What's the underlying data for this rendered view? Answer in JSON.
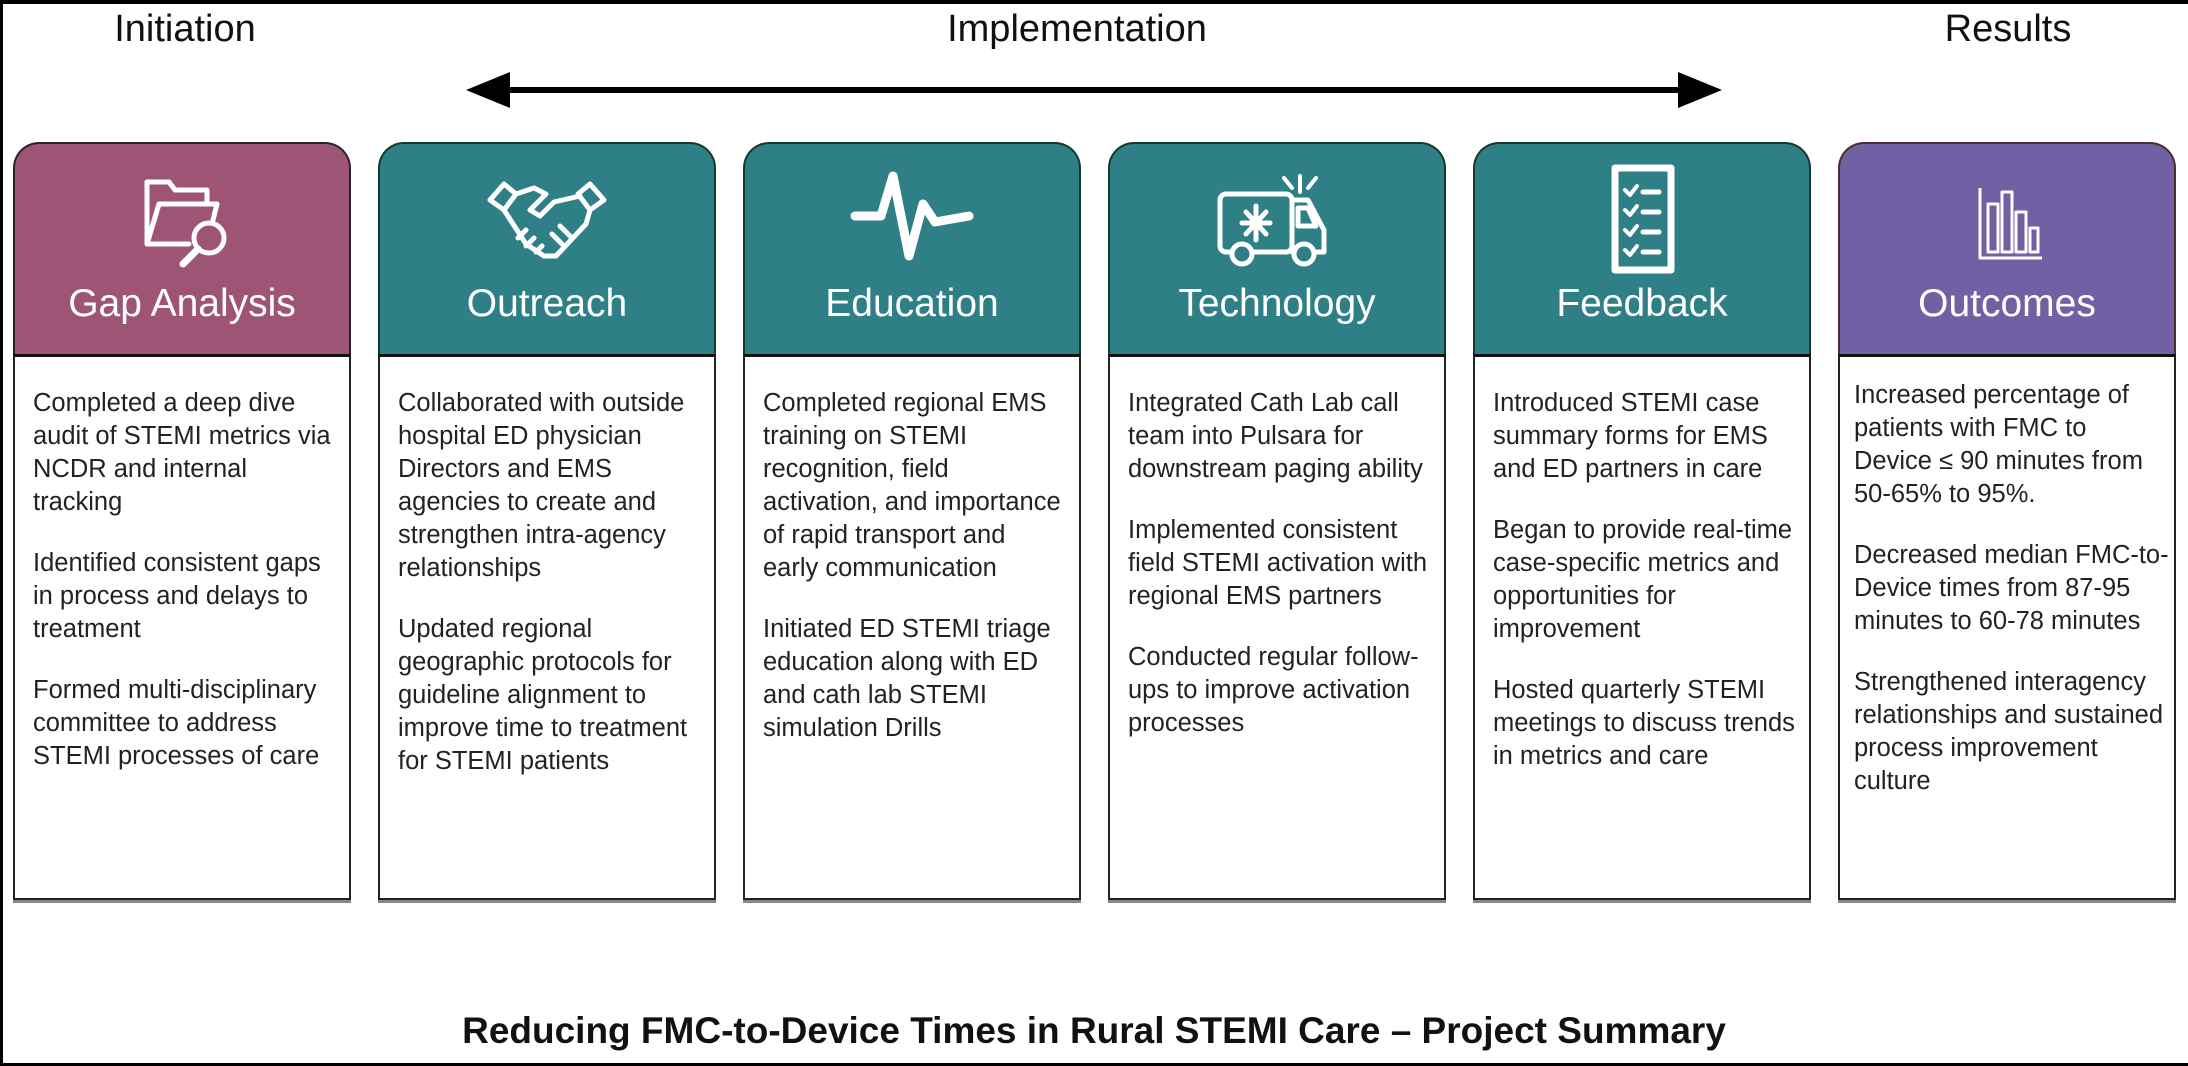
{
  "phases": {
    "initiation": "Initiation",
    "implementation": "Implementation",
    "results": "Results"
  },
  "colors": {
    "gap_analysis": "#9e5575",
    "implementation": "#2f7f86",
    "outcomes": "#7260a4"
  },
  "cards": [
    {
      "title": "Gap Analysis",
      "icon": "folder-search-icon",
      "items": [
        "Completed a deep dive audit of STEMI metrics via NCDR and internal tracking",
        "Identified consistent gaps in process and delays to treatment",
        "Formed multi-disciplinary committee to address STEMI processes of care"
      ]
    },
    {
      "title": "Outreach",
      "icon": "handshake-icon",
      "items": [
        "Collaborated with outside hospital ED physician Directors and EMS agencies to create and strengthen intra-agency relationships",
        "Updated regional geographic protocols for guideline alignment to improve time to treatment for STEMI patients"
      ]
    },
    {
      "title": "Education",
      "icon": "heartbeat-icon",
      "items": [
        "Completed regional EMS training on STEMI recognition, field activation, and importance of rapid transport and early communication",
        "Initiated ED STEMI triage education along with ED and cath lab STEMI simulation Drills"
      ]
    },
    {
      "title": "Technology",
      "icon": "ambulance-icon",
      "items": [
        "Integrated Cath Lab call team into Pulsara for downstream paging ability",
        "Implemented consistent field STEMI activation with regional EMS partners",
        "Conducted regular follow-ups to improve activation processes"
      ]
    },
    {
      "title": "Feedback",
      "icon": "checklist-icon",
      "items": [
        "Introduced STEMI case summary forms for EMS and ED partners in care",
        "Began to provide real-time case-specific metrics and opportunities for improvement",
        "Hosted quarterly STEMI meetings to discuss trends in metrics and care"
      ]
    },
    {
      "title": "Outcomes",
      "icon": "bar-chart-icon",
      "items": [
        "Increased percentage of patients with FMC to Device ≤ 90 minutes from 50-65% to 95%.",
        "Decreased median FMC-to-Device times from 87-95 minutes to 60-78 minutes",
        "Strengthened interagency relationships and sustained process improvement culture"
      ]
    }
  ],
  "footer": {
    "title": "Reducing FMC-to-Device Times in Rural STEMI Care – Project Summary"
  }
}
